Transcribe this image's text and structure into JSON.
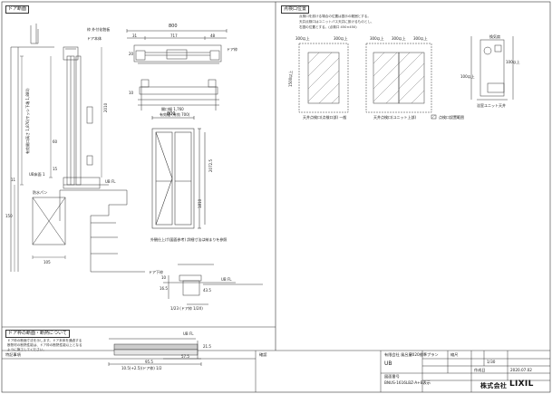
{
  "sections": {
    "door_section": "ドア断面",
    "opening": "点検口位置",
    "note_title": "ドア枠の断面・断熱について"
  },
  "door_plan": {
    "dim_top": "800",
    "dim_sub": [
      "31",
      "717",
      "48"
    ],
    "dim_bottom": "開口幅 1,760",
    "dim_bottom2": "有効幅 (有効 700)",
    "left_dims": [
      "20",
      "10"
    ],
    "right_label": "ドア枠",
    "callouts": [
      "枠 外付化粧板",
      "ドア本体"
    ]
  },
  "door_elev": {
    "dim_top": "800",
    "dim_right1": "2072.5",
    "dim_right2": "1810",
    "note": "外観仕上げ(図面参考) 詳細寸法は納まりを参照"
  },
  "section_left": {
    "height_label": "有効開口高さ 1,876(サッシ下端 1,880)",
    "dims": [
      "2010",
      "60",
      "15",
      "11",
      "150"
    ],
    "labels": [
      "UB FL",
      "UB床面 1",
      "防水パン"
    ],
    "bottom_dim": "105"
  },
  "detail_small": {
    "labels": [
      "UB FL",
      "ドア下枠"
    ],
    "dims": [
      "10",
      "16.5",
      "43.5"
    ],
    "bottom": "1/23 (ドア枠 1/2X)"
  },
  "opening_panel": {
    "note_lines": [
      "点検口を設ける場合の位置は図示の範囲とする。",
      "天井点検口はユニットバス天井に設けるものとし、",
      "右図の位置とする。(点検口 450×450)"
    ],
    "dims_a": [
      "300以上",
      "1500以上",
      "300以上"
    ],
    "dims_b": [
      "300以上",
      "300以上",
      "300以上"
    ],
    "caption_a": "天井点検口(点検口部) 一般",
    "caption_b": "天井点検口(ユニット上部)",
    "caption_c": "浴室ユニット天井",
    "legend": "点検口設置範囲",
    "right_labels": [
      "換気扇",
      "100以上",
      "100以上"
    ]
  },
  "note_panel": {
    "lines": [
      "ドア枠の断面寸法を示します。ドア本体を通過する",
      "断熱材の断熱性能は、ドア枠の断熱性能以上となる",
      "ように施工してください。"
    ],
    "labels": [
      "UB FL",
      "21.5",
      "57.5",
      "95.5"
    ],
    "bottom_dim": "10.5(+2.5)(ドア枠) 1/2"
  },
  "title_block": {
    "spec_label": "特記事項",
    "project": "有限会社 風呂屋",
    "plan_name": "2020標準プラン",
    "size_code": "UB",
    "drawing_no_label": "図面番号",
    "drawing_no": "BNUS-1616LBZ-A+B表示",
    "scale_label": "縮尺",
    "scale": "1/30",
    "date_label": "作成日",
    "date": "2020.07.02",
    "check_label": "確認",
    "company": "株式会社",
    "brand": "LIXIL"
  }
}
